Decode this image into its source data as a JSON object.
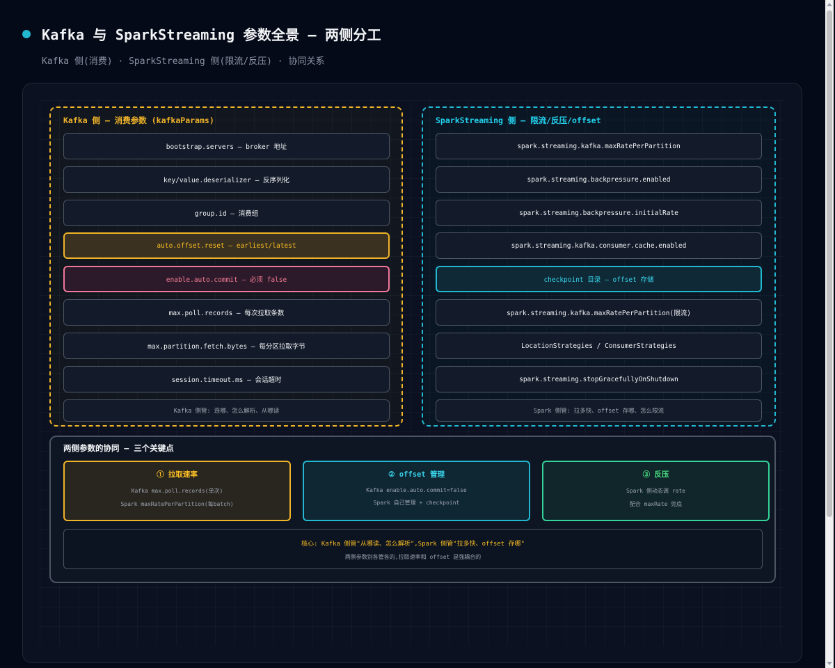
{
  "header": {
    "title": "Kafka 与 SparkStreaming 参数全景 — 两侧分工",
    "subtitle": "Kafka 侧(消费) · SparkStreaming 侧(限流/反压) · 协同关系",
    "accent_color": "#22b8cf"
  },
  "kafka_group": {
    "title": "Kafka 侧 — 消费参数 (kafkaParams)",
    "color": "#f0b429",
    "items": [
      {
        "label": "bootstrap.servers — broker 地址",
        "style": "normal"
      },
      {
        "label": "key/value.deserializer — 反序列化",
        "style": "normal"
      },
      {
        "label": "group.id — 消费组",
        "style": "normal"
      },
      {
        "label": "auto.offset.reset — earliest/latest",
        "style": "warn"
      },
      {
        "label": "enable.auto.commit — 必须 false",
        "style": "danger"
      },
      {
        "label": "max.poll.records — 每次拉取条数",
        "style": "normal"
      },
      {
        "label": "max.partition.fetch.bytes — 每分区拉取字节",
        "style": "normal"
      },
      {
        "label": "session.timeout.ms — 会话超时",
        "style": "normal"
      }
    ],
    "note": "Kafka 侧管: 连哪、怎么解析、从哪读"
  },
  "spark_group": {
    "title": "SparkStreaming 侧 — 限流/反压/offset",
    "color": "#22b8cf",
    "items": [
      {
        "label": "spark.streaming.kafka.maxRatePerPartition",
        "style": "normal"
      },
      {
        "label": "spark.streaming.backpressure.enabled",
        "style": "normal"
      },
      {
        "label": "spark.streaming.backpressure.initialRate",
        "style": "normal"
      },
      {
        "label": "spark.streaming.kafka.consumer.cache.enabled",
        "style": "normal"
      },
      {
        "label": "checkpoint 目录 — offset 存储",
        "style": "info"
      },
      {
        "label": "spark.streaming.kafka.maxRatePerPartition(限流)",
        "style": "normal"
      },
      {
        "label": "LocationStrategies / ConsumerStrategies",
        "style": "normal"
      },
      {
        "label": "spark.streaming.stopGracefullyOnShutdown",
        "style": "normal"
      }
    ],
    "note": "Spark 侧管: 拉多快、offset 存哪、怎么限流"
  },
  "collab": {
    "title": "两侧参数的协同 — 三个关键点",
    "cards": [
      {
        "title": "① 拉取速率",
        "line1": "Kafka max.poll.records(单次)",
        "line2": "Spark maxRatePerPartition(每batch)",
        "color": "#f0b429"
      },
      {
        "title": "② offset 管理",
        "line1": "Kafka enable.auto.commit=false",
        "line2": "Spark 自己管理 + checkpoint",
        "color": "#22b8cf"
      },
      {
        "title": "③ 反压",
        "line1": "Spark 侧动态调 rate",
        "line2": "配合 maxRate 兜底",
        "color": "#34d399"
      }
    ],
    "core_main": "核心: Kafka 侧管\"从哪读、怎么解析\",Spark 侧管\"拉多快、offset 存哪\"",
    "core_sub": "两侧参数别各管各的,拉取速率和 offset 是强耦合的"
  }
}
